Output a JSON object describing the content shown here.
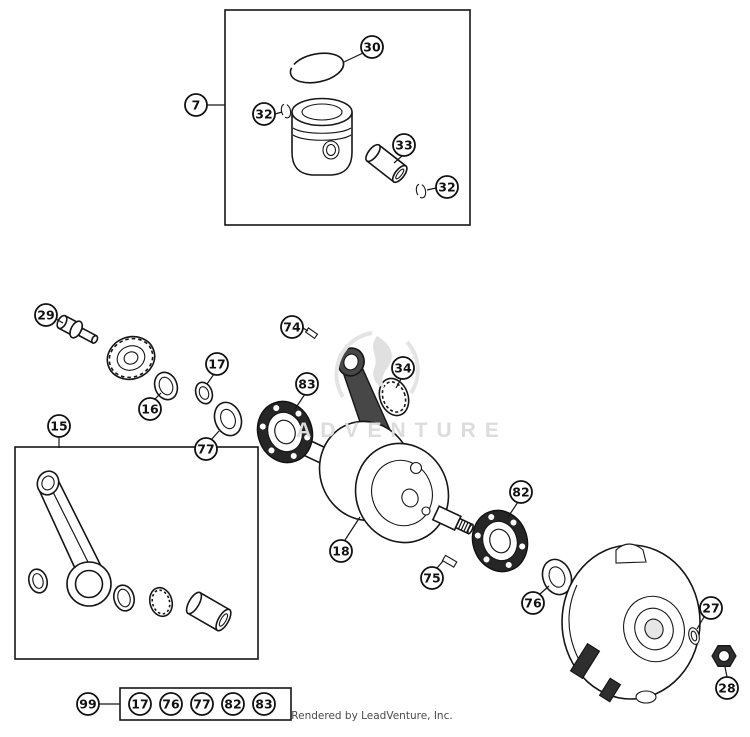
{
  "page": {
    "watermark": "ADVENTURE",
    "footer": "Rendered by LeadVenture, Inc."
  },
  "callouts": {
    "c7": "7",
    "c30": "30",
    "c32a": "32",
    "c33": "33",
    "c32b": "32",
    "c29": "29",
    "c74": "74",
    "c17": "17",
    "c34": "34",
    "c83": "83",
    "c16": "16",
    "c15": "15",
    "c77": "77",
    "c82": "82",
    "c18": "18",
    "c75": "75",
    "c76": "76",
    "c27": "27",
    "c28": "28",
    "c99": "99"
  },
  "legend": [
    "17",
    "76",
    "77",
    "82",
    "83"
  ]
}
